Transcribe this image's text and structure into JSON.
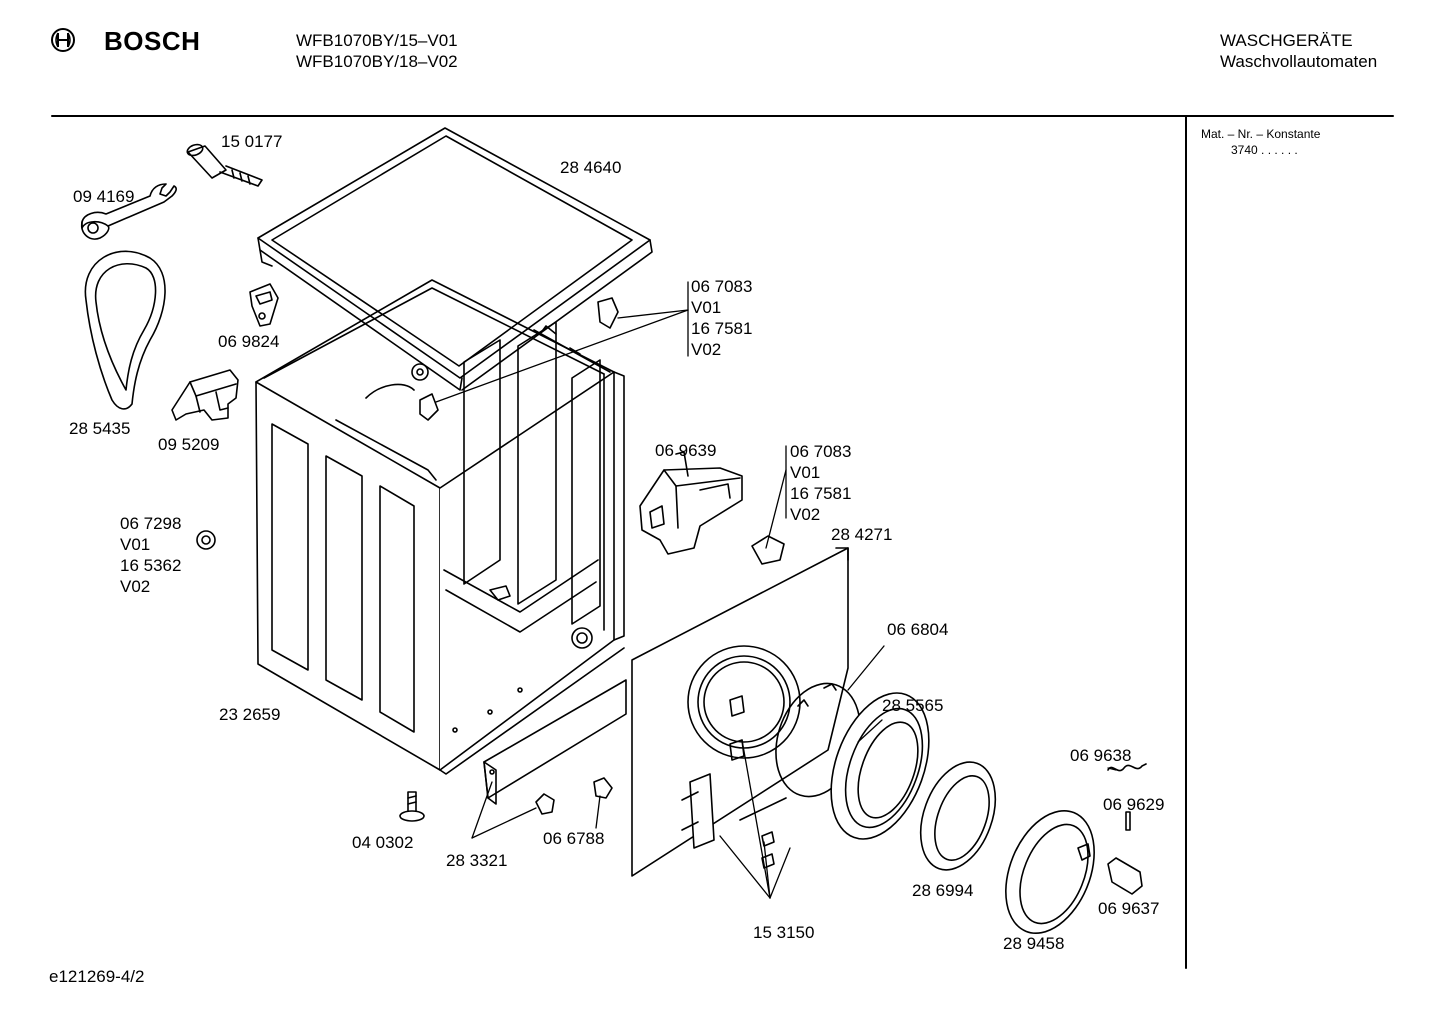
{
  "header": {
    "brand": "BOSCH",
    "models": [
      "WFB1070BY/15–V01",
      "WFB1070BY/18–V02"
    ],
    "category": "WASCHGERÄTE",
    "subcategory": "Waschvollautomaten"
  },
  "side_panel": {
    "heading": "Mat. – Nr. – Konstante",
    "value": "3740  .  .    .  .  .  ."
  },
  "footer": {
    "doc_id": "e121269-4/2"
  },
  "parts": [
    "15 0177",
    "28 4640",
    "09 4169",
    "06 9824",
    "28 5435",
    "09 5209",
    "06 7083",
    "V01",
    "16 7581",
    "V02",
    "06 9639",
    "06 7083",
    "V01",
    "16 7581",
    "V02",
    "28 4271",
    "06 7298",
    "V01",
    "16 5362",
    "V02",
    "06 6804",
    "28 5565",
    "23 2659",
    "06 9638",
    "06 9629",
    "04 0302",
    "28 3321",
    "06 6788",
    "28 6994",
    "06 9637",
    "15 3150",
    "28 9458"
  ]
}
